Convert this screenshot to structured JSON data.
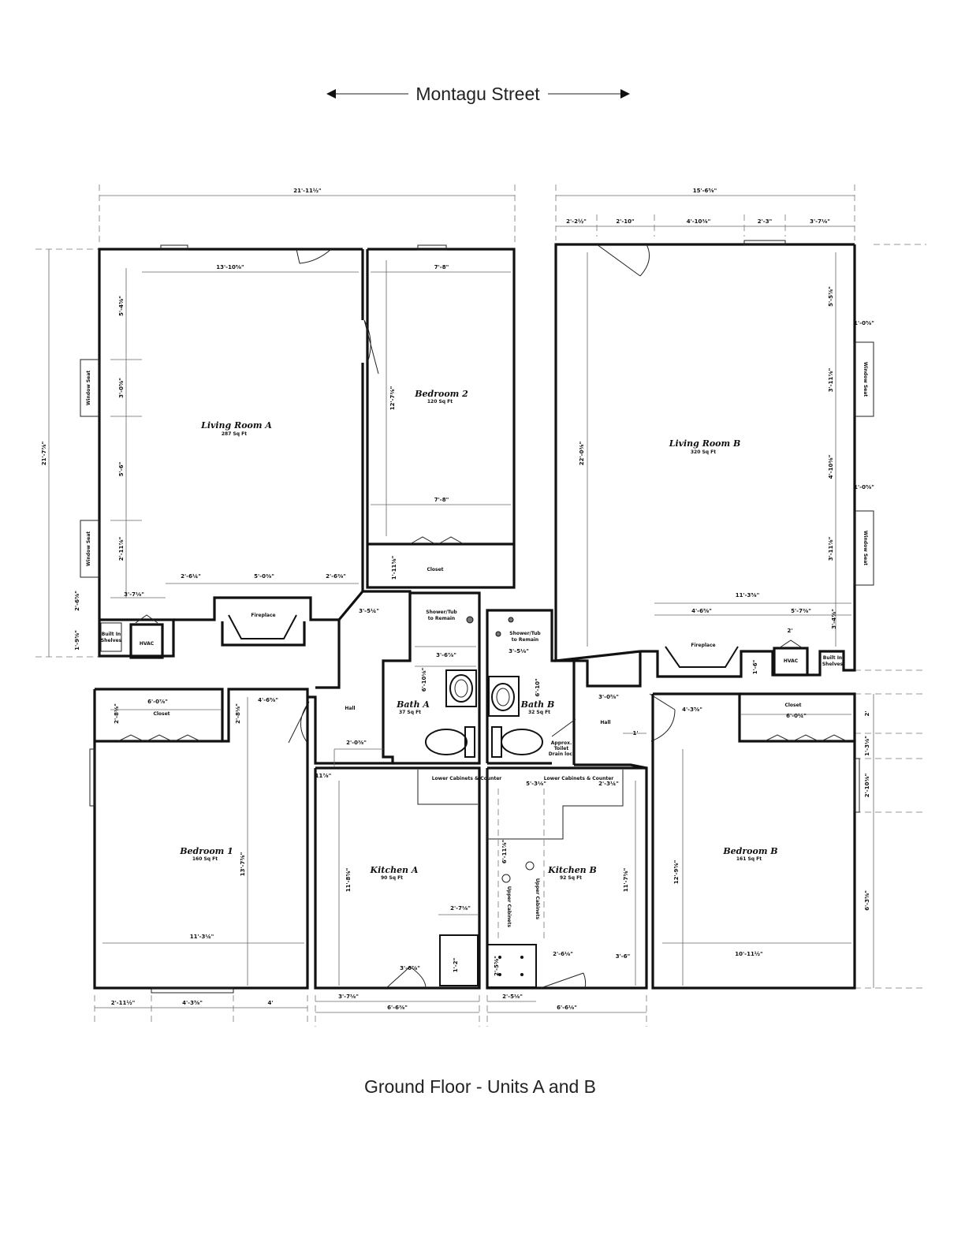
{
  "header": {
    "street": "Montagu Street"
  },
  "caption": "Ground Floor - Units A and B",
  "rooms": {
    "living_a": {
      "name": "Living Room A",
      "area": "287 Sq Ft"
    },
    "bedroom_2": {
      "name": "Bedroom 2",
      "area": "120 Sq Ft"
    },
    "living_b": {
      "name": "Living Room B",
      "area": "320 Sq Ft"
    },
    "bedroom_1": {
      "name": "Bedroom 1",
      "area": "160 Sq Ft"
    },
    "kitchen_a": {
      "name": "Kitchen A",
      "area": "90 Sq Ft"
    },
    "kitchen_b": {
      "name": "Kitchen B",
      "area": "92 Sq Ft"
    },
    "bedroom_b": {
      "name": "Bedroom B",
      "area": "161 Sq Ft"
    },
    "bath_a": {
      "name": "Bath A",
      "area": "37 Sq Ft"
    },
    "bath_b": {
      "name": "Bath B",
      "area": "32 Sq Ft"
    }
  },
  "labels": {
    "closet": "Closet",
    "fireplace": "Fireplace",
    "hvac": "HVAC",
    "hall": "Hall",
    "window_seat": "Window Seat",
    "built_in_1": "Built In",
    "built_in_2": "Shelves",
    "shower_1": "Shower/Tub",
    "shower_2": "to Remain",
    "lower_cabinets": "Lower Cabinets & Counter",
    "upper_cabinets": "Upper Cabinets",
    "approx_1": "Approx.",
    "approx_2": "Toilet",
    "approx_3": "Drain loc."
  },
  "dims": {
    "overall_a": "21'-11½\"",
    "overall_b": "15'-6⅝\"",
    "left_height": "21'-7⅞\"",
    "b_seg_1": "2'-2½\"",
    "b_seg_2": "2'-10\"",
    "b_seg_3": "4'-10⅜\"",
    "b_seg_4": "2'-3\"",
    "b_seg_5": "3'-7⅛\"",
    "la_width": "13'-10⅝\"",
    "la_v1": "5'-4⅝\"",
    "la_v2": "3'-0⅝\"",
    "la_v3": "5'-6\"",
    "la_v4": "2'-11⅞\"",
    "la_b1": "2'-6¼\"",
    "la_b2": "5'-0⅜\"",
    "la_b3": "2'-6⅜\"",
    "la_b4": "3'-7⅛\"",
    "la_left1": "2'-6⅝\"",
    "la_left2": "1'-9⅝\"",
    "br2_top": "7'-8\"",
    "br2_bottom": "7'-8\"",
    "br2_height": "12'-7⅜\"",
    "br2_closet": "1'-11⅝\"",
    "hall_a1": "3'-5¼\"",
    "hall_a2": "2'-0⅜\"",
    "lb_h": "22'-0⅜\"",
    "lb_r1": "5'-5⅞\"",
    "lb_r2": "1'-0⅝\"",
    "lb_r3": "3'-11⅞\"",
    "lb_r4": "4'-10⅜\"",
    "lb_r5": "1'-0⅝\"",
    "lb_r6": "3'-11⅞\"",
    "lb_w": "11'-3⅝\"",
    "lb_b1": "4'-6⅝\"",
    "lb_b2": "5'-7⅜\"",
    "lb_b3": "3'-4⅞\"",
    "lb_b4": "2'",
    "lb_b5": "1'-6\"",
    "bath_a1": "3'-6⅞\"",
    "bath_a2": "6'-10⅛\"",
    "bath_b1": "3'-5⅛\"",
    "bath_b2": "6'-10\"",
    "hall_b1": "3'-0⅝\"",
    "hall_b2": "1'",
    "b1_closet": "6'-0⅞\"",
    "b1_c2": "2'-8⅛\"",
    "b1_c3": "4'-6⅝\"",
    "b1_c4": "2'-8⅛\"",
    "b1_h": "13'-7⅝\"",
    "b1_w": "11'-3¼\"",
    "b1_bot1": "2'-11½\"",
    "b1_bot2": "4'-3⅝\"",
    "b1_bot3": "4'",
    "ka_h": "11'-8⅝\"",
    "ka_1": "11⅞\"",
    "ka_2": "2'-7⅛\"",
    "ka_3": "3'-6⅞\"",
    "ka_4": "1'-2\"",
    "ka_5": "3'-7⅛\"",
    "ka_6": "6'-6⅜\"",
    "kb_h": "11'-7⅝\"",
    "kb_1": "5'-3⅛\"",
    "kb_2": "2'-3¼\"",
    "kb_3": "6'-11⅞\"",
    "kb_4": "2'-6⅛\"",
    "kb_5": "3'-6\"",
    "kb_6": "2'-5⅝\"",
    "kb_7": "2'-5⅛\"",
    "kb_8": "6'-6⅛\"",
    "bb_closet": "6'-0¼\"",
    "bb_c2": "4'-3⅝\"",
    "bb_h": "12'-9⅝\"",
    "bb_w": "10'-11½\"",
    "bb_r1": "2'",
    "bb_r2": "1'-3⅛\"",
    "bb_r3": "2'-10⅜\"",
    "bb_r4": "6'-3⅝\""
  }
}
